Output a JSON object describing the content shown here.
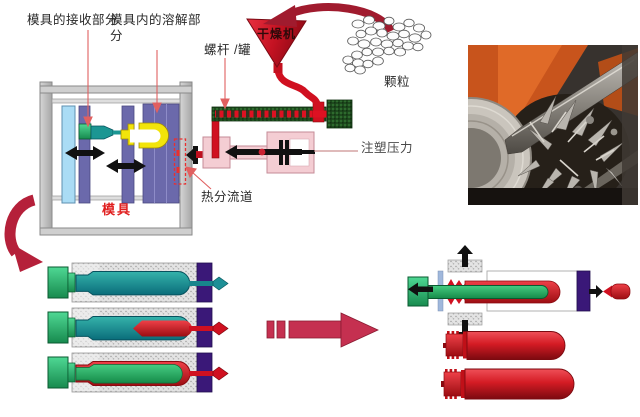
{
  "labels": {
    "mold_receiving": "模具的接收部分",
    "mold_melting": "模具内的溶解部分",
    "screw_barrel": "螺杆 /罐",
    "dryer": "干燥机",
    "granules": "颗粒",
    "injection_pressure": "注塑压力",
    "hot_runner": "热分流道",
    "mold": "模具"
  },
  "colors": {
    "label_text": "#2a2a2a",
    "mold_label_red": "#e02020",
    "funnel_red": "#cc1322",
    "melt_flow_red": "#d01020",
    "process_arrow_crimson": "#b5203a",
    "teal_core": "#1b9693",
    "green_core": "#2db36e",
    "platen_purple": "#6b69ab",
    "gate_block_indigo": "#3a1878",
    "injection_cylinder_pink": "#f4cdd3",
    "moving_platen_blue": "#aadcf5",
    "frame_gray": "#c0c0c0",
    "mold_block_speckle": "#e4e4e4"
  }
}
